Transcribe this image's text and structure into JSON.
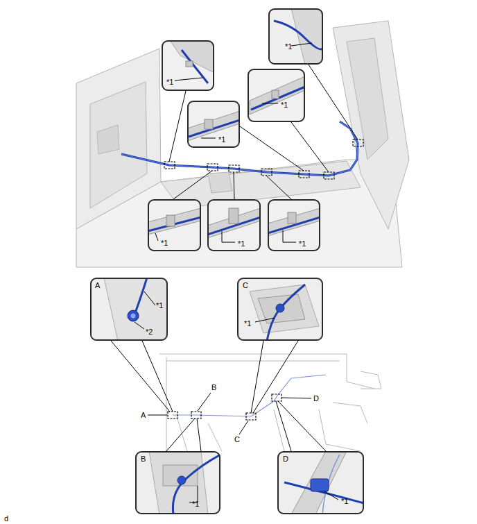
{
  "diagram": {
    "nodes": [
      {
        "text": [
          "*1"
        ]
      },
      {
        "text": [
          "*1"
        ]
      },
      {
        "text": [
          "*1"
        ]
      },
      {
        "text": [
          "*1"
        ]
      },
      {
        "text": [
          "*1"
        ]
      },
      {
        "text": [
          "*1"
        ]
      },
      {
        "text": [
          "*1"
        ]
      },
      {
        "text": [
          "A",
          "*1",
          "*2"
        ]
      },
      {
        "text": [
          "C",
          "*1"
        ]
      },
      {
        "text": [
          "B",
          "*1"
        ]
      },
      {
        "text": [
          "D",
          "*1"
        ]
      }
    ],
    "labels": [
      "B",
      "D",
      "A",
      "C",
      "d"
    ]
  }
}
